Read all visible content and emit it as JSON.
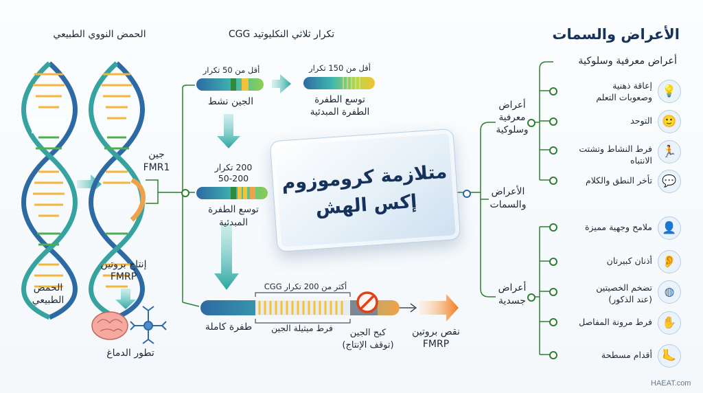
{
  "headers": {
    "normal_dna": "الحمض النووي الطبيعي",
    "cgg_repeat": "تكرار ثلاثي النكليوتيد CGG",
    "symptoms": "الأعراض والسمات"
  },
  "left": {
    "dna_normal_label": "الحمض\nالطبيعي",
    "fmr1_label": "جين\nFMR1",
    "fmrp_production": "إنتاج بروتين\nFMRP",
    "brain_dev": "تطور الدماغ"
  },
  "middle": {
    "lt50": "أقل من 50 تكرار",
    "active_gene": "الجين نشط",
    "lt150": "أقل من 150 تكرار",
    "premut1": "توسع الطفرة\nالطفرة المبدئية",
    "r200": "200 تكرار\n50-200",
    "premut2": "توسع الطفرة\nالمبدئية",
    "gt200": "أكثر من 200 تكرار CGG",
    "full_mut": "طفرة كاملة",
    "methylation": "فرط ميثيلة الجين",
    "silencing": "كبح الجين\n(توقف الإنتاج)",
    "fmrp_deficiency": "نقص بروتين\nFMRP"
  },
  "title": {
    "line1": "متلازمة كروموزوم",
    "line2": "إكس الهش"
  },
  "right": {
    "hub_label": "الأعراض\nوالسمات",
    "cog_group": "أعراض\nمعرفية\nوسلوكية",
    "phys_group": "أعراض\nجسدية",
    "cog_header": "أعراض معرفية وسلوكية",
    "cog_items": [
      {
        "label": "إعاقة ذهنية\nوصعوبات التعلم",
        "icon": "person-idea-icon",
        "glyph": "💡"
      },
      {
        "label": "التوحد",
        "icon": "child-face-icon",
        "glyph": "🙂"
      },
      {
        "label": "فرط النشاط وتشتت\nالانتباه",
        "icon": "hyperactive-icon",
        "glyph": "🏃"
      },
      {
        "label": "تأخر النطق والكلام",
        "icon": "speech-bubble-icon",
        "glyph": "💬"
      }
    ],
    "phys_items": [
      {
        "label": "ملامح وجهية مميزة",
        "icon": "face-profile-icon",
        "glyph": "👤"
      },
      {
        "label": "أذنان كبيرتان",
        "icon": "ear-icon",
        "glyph": "👂"
      },
      {
        "label": "تضخم الخصيتين\n(عند الذكور)",
        "icon": "anatomy-icon",
        "glyph": "◍"
      },
      {
        "label": "فرط مرونة المفاصل",
        "icon": "hand-icon",
        "glyph": "✋"
      },
      {
        "label": "أقدام مسطحة",
        "icon": "foot-icon",
        "glyph": "🦶"
      }
    ]
  },
  "watermark": "HAEAT.com",
  "colors": {
    "dna_blue": "#2d6aa3",
    "dna_teal": "#36a3a0",
    "connector_green": "#2e7d32",
    "arrow_teal": "#3fb6b0",
    "arrow_orange": "#f08a24",
    "title_navy": "#16325a"
  }
}
